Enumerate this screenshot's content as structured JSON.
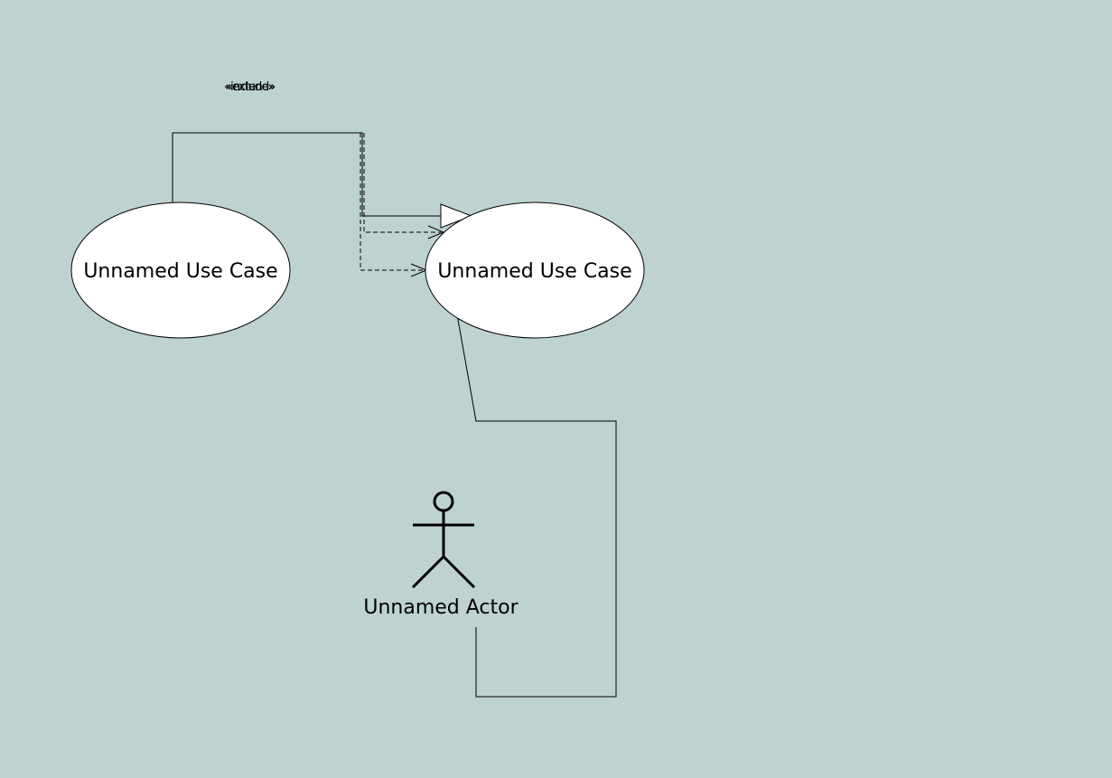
{
  "diagram": {
    "background": "#bed2d1",
    "line_color": "#000000",
    "ellipse_fill": "#ffffff",
    "use_cases": [
      {
        "label": "Unnamed Use Case"
      },
      {
        "label": "Unnamed Use Case"
      }
    ],
    "actor": {
      "label": "Unnamed Actor",
      "icon": "stick-figure-icon"
    },
    "relationships": [
      {
        "type": "generalization",
        "from": "use-case-1",
        "to": "use-case-2"
      },
      {
        "type": "include",
        "stereotype": "«include»",
        "from": "use-case-1",
        "to": "use-case-2"
      },
      {
        "type": "extend",
        "stereotype": "«extend»",
        "from": "use-case-1",
        "to": "use-case-2"
      },
      {
        "type": "association",
        "from": "actor",
        "to": "use-case-2"
      }
    ]
  }
}
